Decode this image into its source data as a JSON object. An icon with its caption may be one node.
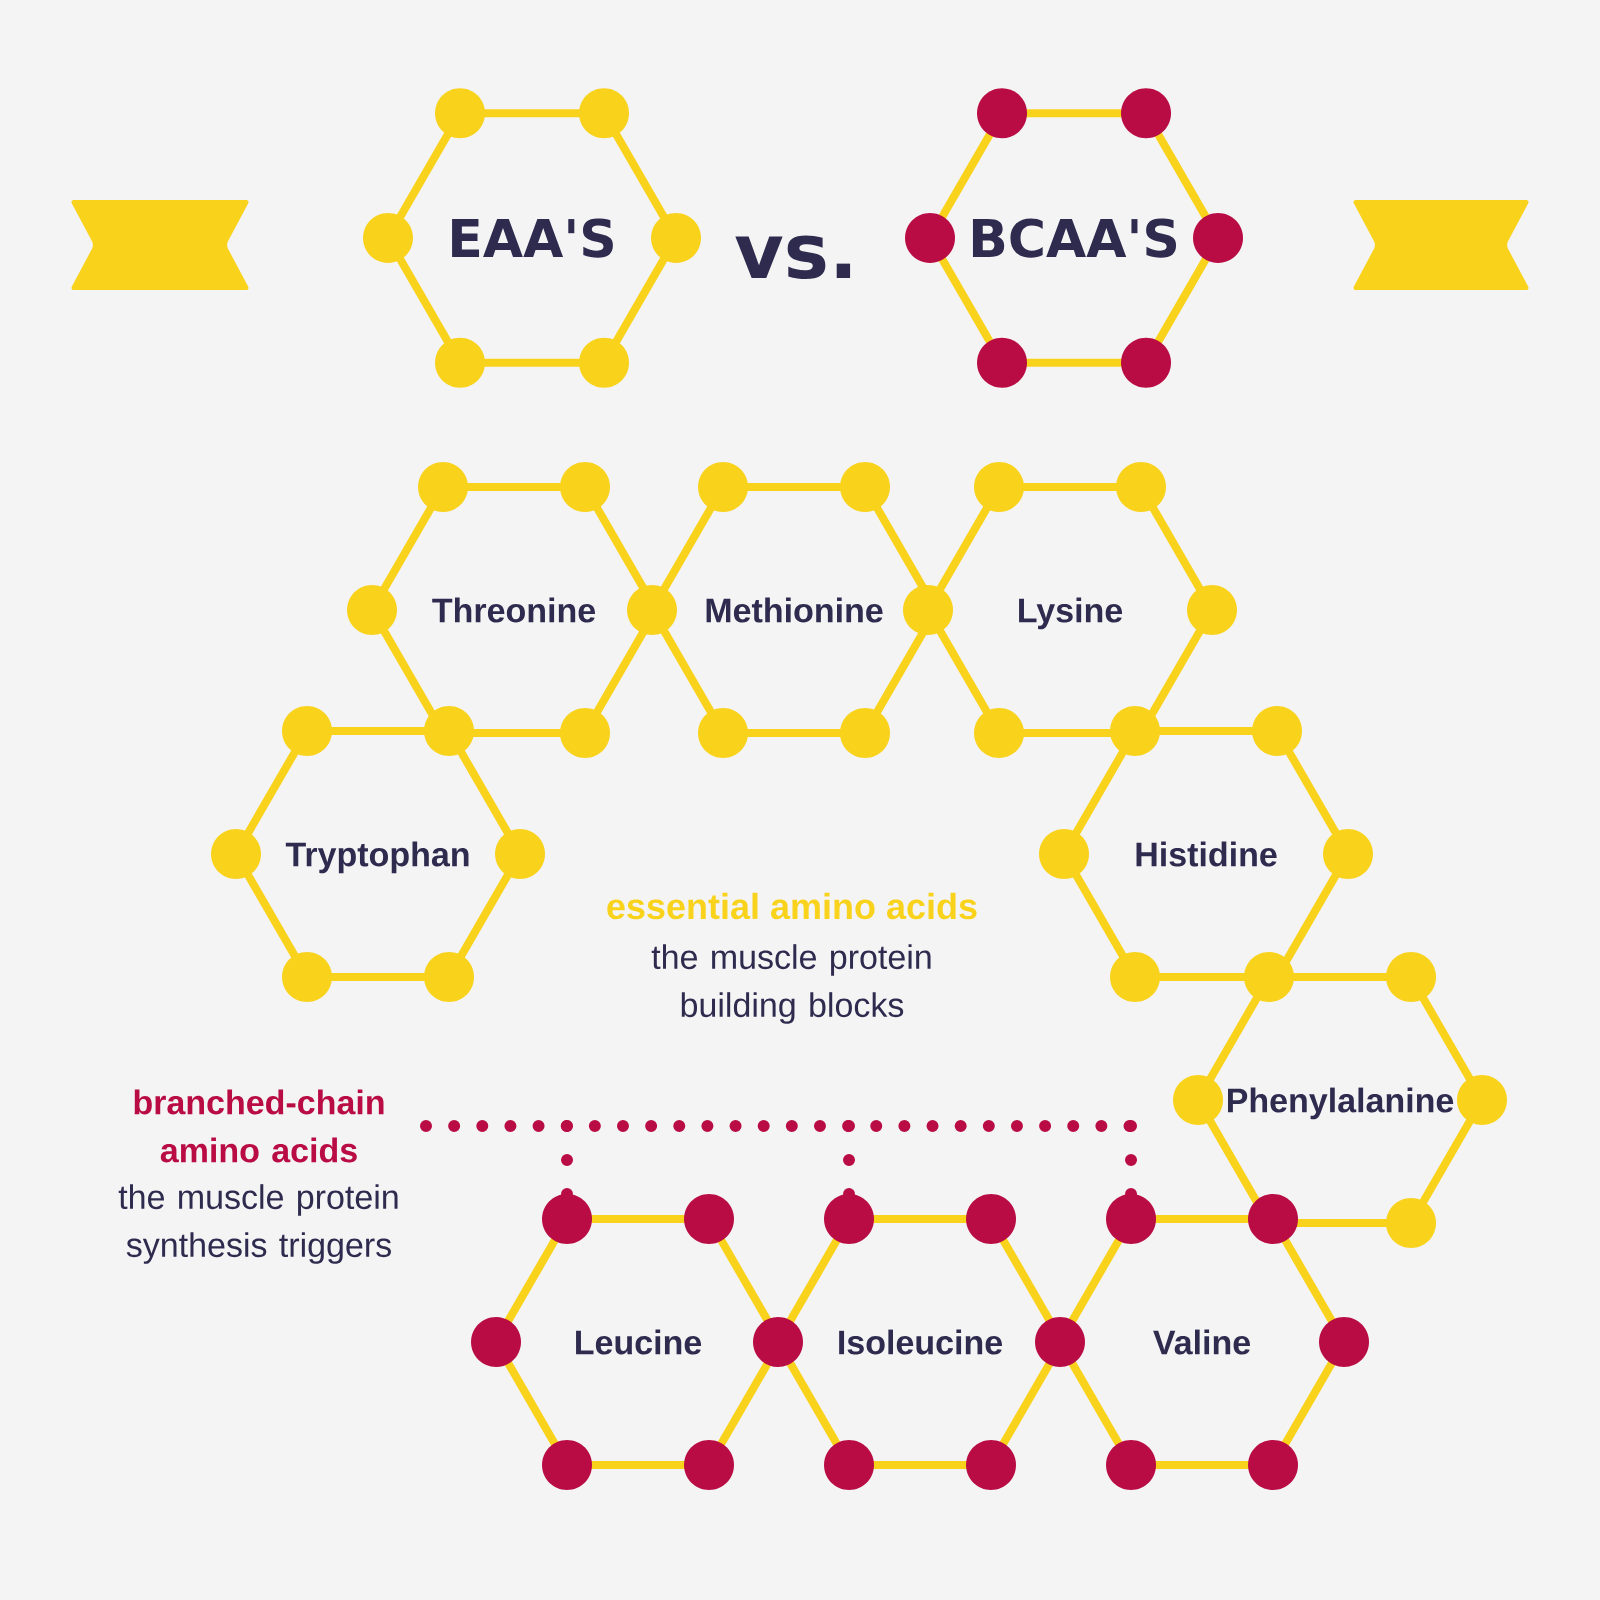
{
  "diagram": {
    "nodes": [
      {
        "text": [],
        "shape": "ribbon"
      },
      {
        "text": [
          "EAA'S"
        ]
      },
      {
        "text": [
          "BCAA'S"
        ]
      },
      {
        "text": [],
        "shape": "ribbon"
      },
      {
        "text": [
          "Threonine"
        ]
      },
      {
        "text": [
          "Methionine"
        ]
      },
      {
        "text": [
          "Lysine"
        ]
      },
      {
        "text": [
          "Tryptophan"
        ]
      },
      {
        "text": [
          "Histidine"
        ]
      },
      {
        "text": [
          "branched-chain amino acids",
          "the muscle protein synthesis triggers"
        ]
      },
      {
        "text": [
          "Phenylalanine"
        ]
      },
      {
        "text": [
          "Leucine"
        ]
      },
      {
        "text": [
          "Isoleucine"
        ]
      },
      {
        "text": [
          "Valine"
        ]
      }
    ],
    "edges": [
      {
        "from": 9,
        "to": 11,
        "arrow": "none",
        "style": "dashed"
      },
      {
        "from": 9,
        "to": 12,
        "arrow": "none",
        "style": "dashed"
      },
      {
        "from": 9,
        "to": 13,
        "arrow": "none",
        "style": "dashed"
      }
    ],
    "labels": [
      "vs.",
      "essential amino acids",
      "the muscle protein building blocks"
    ]
  }
}
